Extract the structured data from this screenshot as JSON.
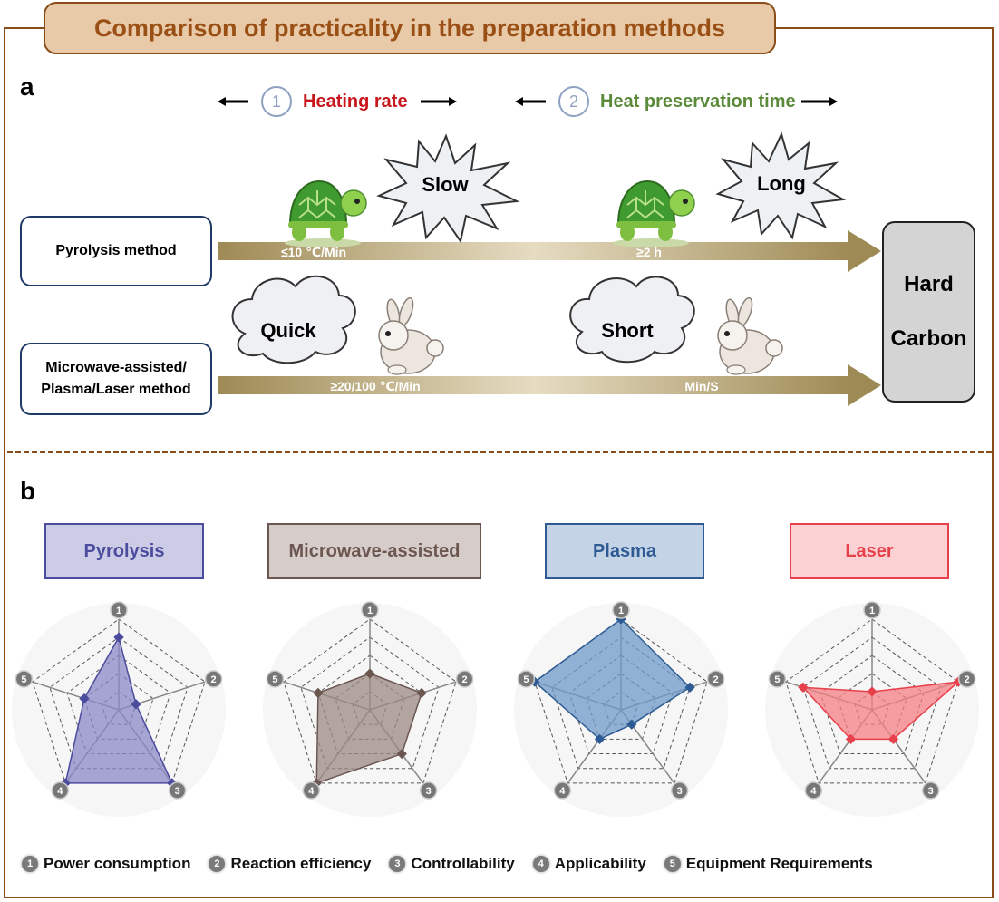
{
  "title": "Comparison of practicality in the preparation methods",
  "panel_a": {
    "label": "a",
    "header_left": {
      "number": "1",
      "text": "Heating rate",
      "color": "#c8181e"
    },
    "header_right": {
      "number": "2",
      "text": "Heat preservation time",
      "color": "#5a8a3a"
    },
    "pyrolysis_label": "Pyrolysis method",
    "microwave_label_line1": "Microwave-assisted/",
    "microwave_label_line2": "Plasma/Laser method",
    "pyrolysis_rate": "≤10 ℃/Min",
    "pyrolysis_time": "≥2 h",
    "microwave_rate": "≥20/100 ℃/Min",
    "microwave_time": "Min/S",
    "burst_slow": "Slow",
    "burst_long": "Long",
    "cloud_quick": "Quick",
    "cloud_short": "Short",
    "target_line1": "Hard",
    "target_line2": "Carbon"
  },
  "panel_b": {
    "label": "b",
    "methods": [
      {
        "name": "Pyrolysis",
        "color": "#4c4c9f",
        "fill": "#8a88c7",
        "box": "#cccce6"
      },
      {
        "name": "Microwave-assisted",
        "color": "#6b5650",
        "fill": "#9b8a83",
        "box": "#d6ccca"
      },
      {
        "name": "Plasma",
        "color": "#2f5b94",
        "fill": "#6f99c8",
        "box": "#c4d3e6"
      },
      {
        "name": "Laser",
        "color": "#e8404a",
        "fill": "#f57f84",
        "box": "#fcd1d3"
      }
    ],
    "axis_numbers": [
      "1",
      "2",
      "3",
      "4",
      "5"
    ],
    "legend": [
      {
        "num": "1",
        "label": "Power consumption"
      },
      {
        "num": "2",
        "label": "Reaction efficiency"
      },
      {
        "num": "3",
        "label": "Controllability"
      },
      {
        "num": "4",
        "label": "Applicability"
      },
      {
        "num": "5",
        "label": "Equipment Requirements"
      }
    ]
  },
  "chart_data": [
    {
      "type": "radar",
      "title": "Pyrolysis",
      "axes": [
        "Power consumption",
        "Reaction efficiency",
        "Controllability",
        "Applicability",
        "Equipment Requirements"
      ],
      "values": [
        4,
        1,
        5,
        5,
        2
      ],
      "range": [
        0,
        5
      ]
    },
    {
      "type": "radar",
      "title": "Microwave-assisted",
      "axes": [
        "Power consumption",
        "Reaction efficiency",
        "Controllability",
        "Applicability",
        "Equipment Requirements"
      ],
      "values": [
        2,
        3,
        3,
        5,
        3
      ],
      "range": [
        0,
        5
      ]
    },
    {
      "type": "radar",
      "title": "Plasma",
      "axes": [
        "Power consumption",
        "Reaction efficiency",
        "Controllability",
        "Applicability",
        "Equipment Requirements"
      ],
      "values": [
        5,
        4,
        1,
        2,
        5
      ],
      "range": [
        0,
        5
      ]
    },
    {
      "type": "radar",
      "title": "Laser",
      "axes": [
        "Power consumption",
        "Reaction efficiency",
        "Controllability",
        "Applicability",
        "Equipment Requirements"
      ],
      "values": [
        1,
        5,
        2,
        2,
        4
      ],
      "range": [
        0,
        5
      ]
    }
  ]
}
